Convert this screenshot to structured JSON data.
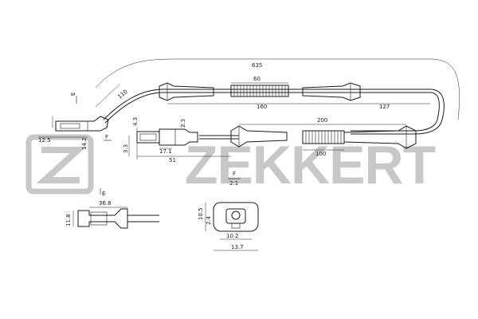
{
  "logo": {
    "text": "ZEKKERT",
    "color": "#c8c8c8"
  },
  "dimensions": {
    "total_length": "635",
    "bend_left": "110",
    "sleeve_top": "60",
    "top_span": "160",
    "right_bend": "127",
    "sleeve_bottom": "200",
    "bottom_span": "100",
    "mid_span": "51",
    "head_width": "12.5",
    "head_height": "14.2",
    "pin_height": "3.3",
    "conn_small": "4.3",
    "conn_len": "17.1",
    "conn_height": "2.3",
    "side_len": "36.8",
    "side_height": "11.8",
    "face_height": "10.5",
    "face_inner": "2.4",
    "face_width_inner": "10.2",
    "face_width_outer": "13.7"
  },
  "markers": {
    "e_top": "E",
    "e_bottom": "E",
    "f_mid": "F",
    "f_face": "F",
    "f_scale": "2:1"
  }
}
